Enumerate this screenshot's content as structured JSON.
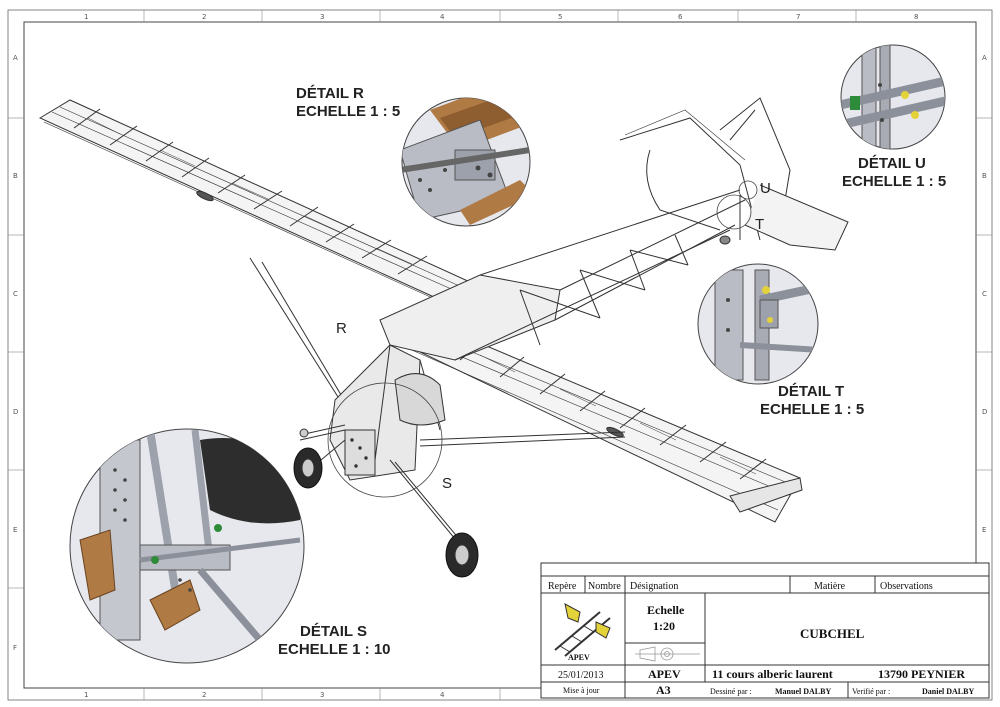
{
  "sheet": {
    "columns": [
      "1",
      "2",
      "3",
      "4",
      "5",
      "6",
      "7",
      "8"
    ],
    "rows": [
      "A",
      "B",
      "C",
      "D",
      "E",
      "F"
    ]
  },
  "callouts": {
    "r": "R",
    "s": "S",
    "t": "T",
    "u": "U"
  },
  "details": {
    "r": {
      "title": "DÉTAIL R",
      "scale": "ECHELLE 1 : 5"
    },
    "s": {
      "title": "DÉTAIL S",
      "scale": "ECHELLE 1 : 10"
    },
    "t": {
      "title": "DÉTAIL T",
      "scale": "ECHELLE 1 : 5"
    },
    "u": {
      "title": "DÉTAIL U",
      "scale": "ECHELLE 1 : 5"
    }
  },
  "title_block": {
    "headers": {
      "repere": "Repère",
      "nombre": "Nombre",
      "designation": "Désignation",
      "matiere": "Matière",
      "observations": "Observations"
    },
    "logo_text": "APEV",
    "scale_label": "Echelle",
    "scale_value": "1:20",
    "name": "CUBCHEL",
    "date": "25/01/2013",
    "update_label": "Mise à jour",
    "org": "APEV",
    "format": "A3",
    "address": "11 cours alberic laurent",
    "postcode_city": "13790 PEYNIER",
    "drawn_by_label": "Dessiné par :",
    "drawn_by": "Manuel DALBY",
    "checked_by_label": "Verifié par :",
    "checked_by": "Daniel DALBY"
  },
  "colors": {
    "line": "#333333",
    "wood": "#b07a45",
    "metal": "#b9bcc4",
    "green": "#2e8b3a",
    "yellow": "#e4d23a",
    "tire": "#2a2a2a"
  }
}
